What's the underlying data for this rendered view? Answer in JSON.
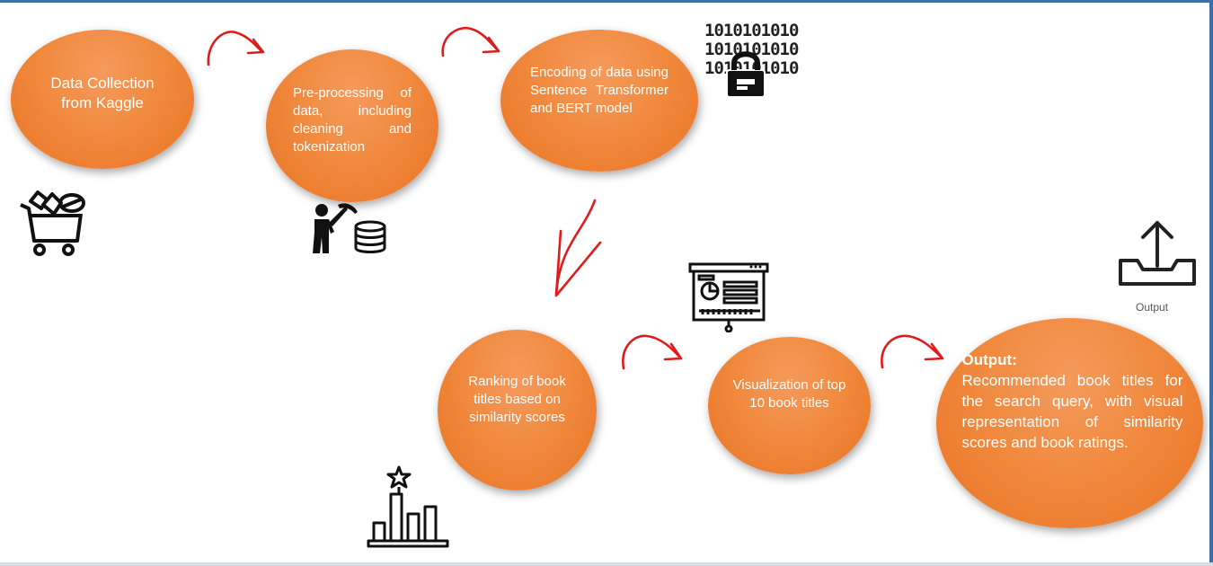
{
  "nodes": {
    "collection": "Data Collection from Kaggle",
    "preprocessing": "Pre-processing of data, including cleaning and tokenization",
    "encoding": "Encoding of data using Sentence Transformer and BERT model",
    "ranking": "Ranking of book titles based on similarity scores",
    "visualization": "Visualization of top 10 book titles",
    "output_head": "Output:",
    "output_body": "Recommended book titles for the search query, with visual representation of similarity scores and book ratings."
  },
  "icons": {
    "output_caption": "Output",
    "binary_lines": [
      "1010101010",
      "1010101010",
      "1010101010"
    ],
    "names": [
      "cart-icon",
      "miner-database-icon",
      "binary-lock-icon",
      "presentation-board-icon",
      "star-bar-chart-icon",
      "upload-tray-icon"
    ]
  },
  "colors": {
    "node_fill": "#f08a3f",
    "node_text": "#ffffff",
    "arrow": "#e01b1b",
    "border": "#3e6fa8"
  }
}
